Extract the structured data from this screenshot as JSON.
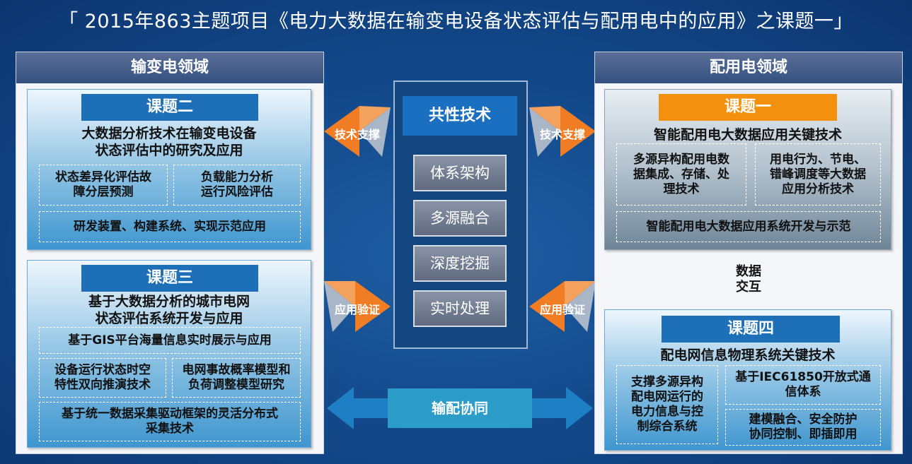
{
  "title": "「 2015年863主题项目《电力大数据在输变电设备状态评估与配用电中的应用》之课题一」",
  "left_domain": {
    "header": "输变电领域",
    "topic2": {
      "label": "课题二",
      "title_line1": "大数据分析技术在输变电设备",
      "title_line2": "状态评估中的研究及应用",
      "sub1_line1": "状态差异化评估故",
      "sub1_line2": "障分层预测",
      "sub2_line1": "负载能力分析",
      "sub2_line2": "运行风险评估",
      "sub3": "研发装置、构建系统、实现示范应用"
    },
    "topic3": {
      "label": "课题三",
      "title_line1": "基于大数据分析的城市电网",
      "title_line2": "状态评估系统开发与应用",
      "sub1": "基于GIS平台海量信息实时展示与应用",
      "sub2_line1": "设备运行状态时空",
      "sub2_line2": "特性双向推演技术",
      "sub3_line1": "电网事故概率模型和",
      "sub3_line2": "负荷调整模型研究",
      "sub4_line1": "基于统一数据采集驱动框架的灵活分布式",
      "sub4_line2": "采集技术"
    }
  },
  "center": {
    "header": "共性技术",
    "items": [
      "体系架构",
      "多源融合",
      "深度挖掘",
      "实时处理"
    ],
    "arrow_tech_left": "技术支撑",
    "arrow_tech_right": "技术支撑",
    "arrow_verify_left": "应用验证",
    "arrow_verify_right": "应用验证",
    "collab": "输配协同"
  },
  "right_domain": {
    "header": "配用电领域",
    "topic1": {
      "label": "课题一",
      "title": "智能配用电大数据应用关键技术",
      "sub1_line1": "多源异构配用电数",
      "sub1_line2": "据集成、存储、处",
      "sub1_line3": "理技术",
      "sub2_line1": "用电行为、节电、",
      "sub2_line2": "错峰调度等大数据",
      "sub2_line3": "应用分析技术",
      "sub3": "智能配用电大数据应用系统开发与示范"
    },
    "data_exchange_line1": "数据",
    "data_exchange_line2": "交互",
    "topic4": {
      "label": "课题四",
      "title": "配电网信息物理系统关键技术",
      "sub1_line1": "支撑多源异构",
      "sub1_line2": "配电网运行的",
      "sub1_line3": "电力信息与控",
      "sub1_line4": "制综合系统",
      "sub2_line1": "基于IEC61850开放式通",
      "sub2_line2": "信体系",
      "sub3_line1": "建模融合、安全防护",
      "sub3_line2": "协同控制、即插即用"
    }
  },
  "colors": {
    "background": "#134a8c",
    "topic_blue": "#1d6fb8",
    "topic_orange": "#f3910e",
    "arrow_orange": "#f07d23",
    "arrow_gray": "#a9b6c8",
    "collab_arrow": "#1e7fc4"
  }
}
